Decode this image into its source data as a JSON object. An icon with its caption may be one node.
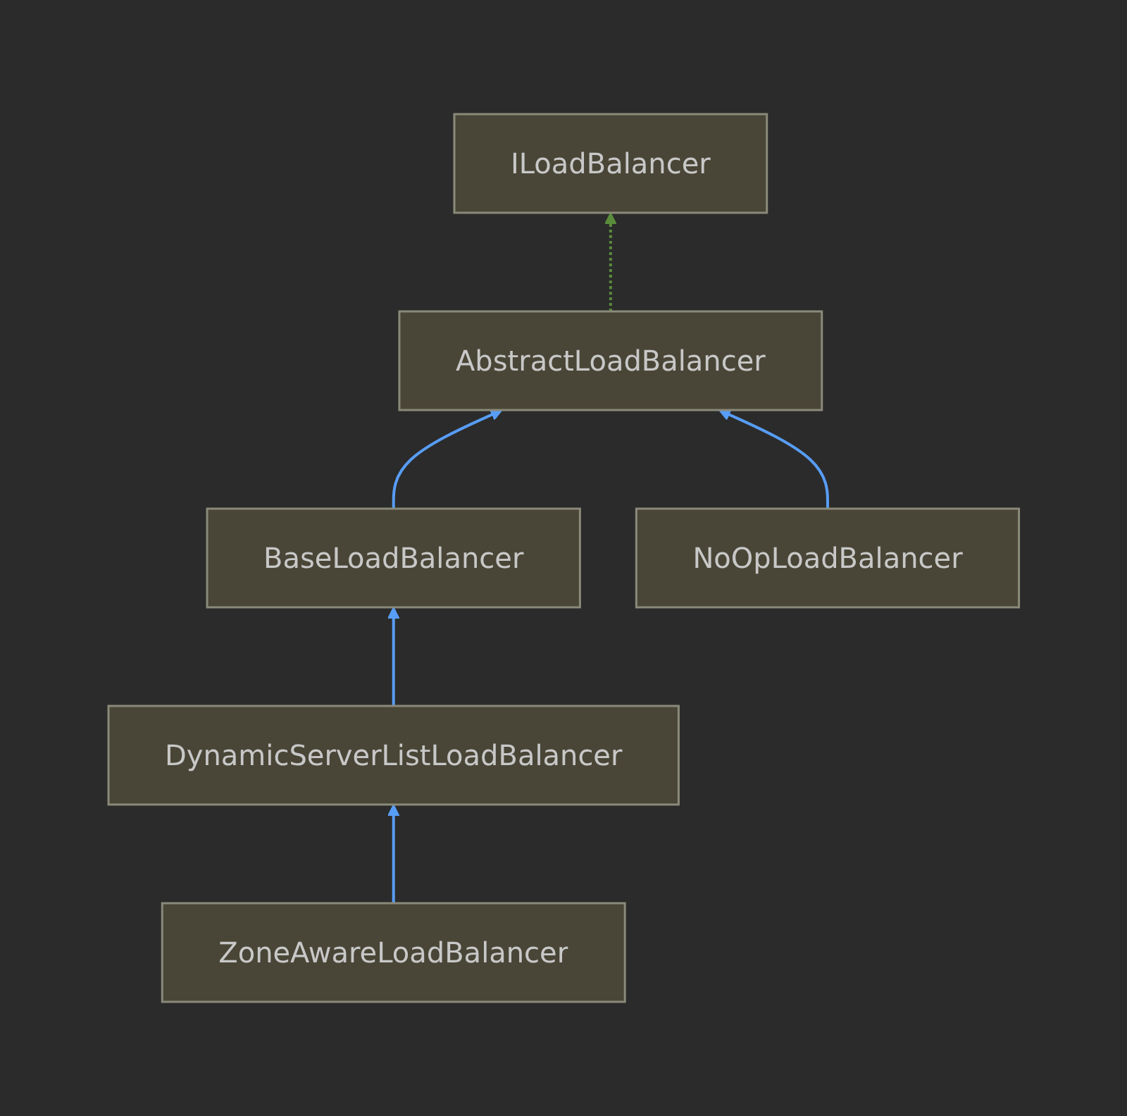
{
  "diagram": {
    "nodes": [
      {
        "text": [
          "ILoadBalancer"
        ]
      },
      {
        "text": [
          "AbstractLoadBalancer"
        ]
      },
      {
        "text": [
          "BaseLoadBalancer"
        ]
      },
      {
        "text": [
          "NoOpLoadBalancer"
        ]
      },
      {
        "text": [
          "DynamicServerListLoadBalancer"
        ]
      },
      {
        "text": [
          "ZoneAwareLoadBalancer"
        ]
      }
    ],
    "edges": [
      {
        "from": 1,
        "to": 0,
        "arrow": "to",
        "style": "dashed",
        "color": "#5a8c3c"
      },
      {
        "from": 2,
        "to": 1,
        "arrow": "to"
      },
      {
        "from": 3,
        "to": 1,
        "arrow": "to"
      },
      {
        "from": 4,
        "to": 2,
        "arrow": "to"
      },
      {
        "from": 5,
        "to": 4,
        "arrow": "to"
      }
    ]
  }
}
